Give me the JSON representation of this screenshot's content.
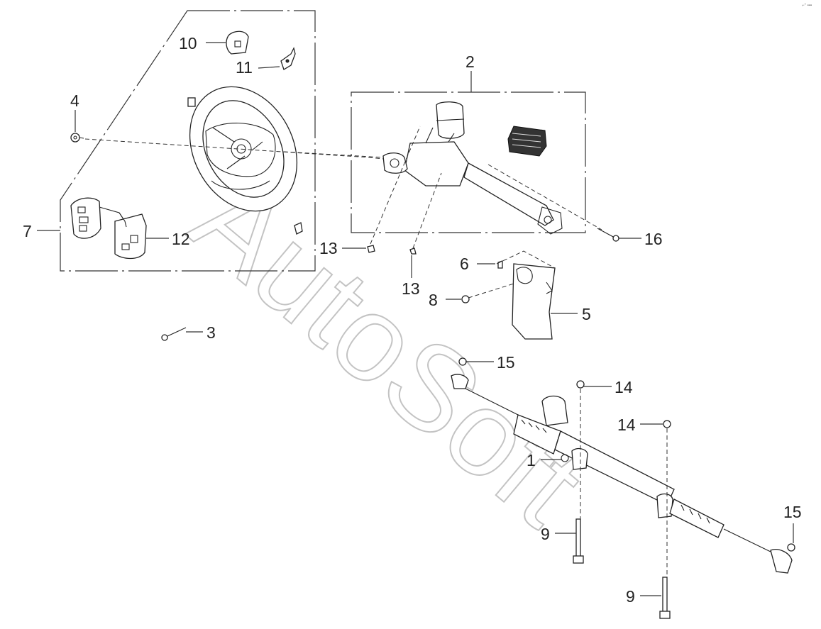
{
  "watermark": "AutoSoft",
  "corner_mark": "⌐° ▪▪▪",
  "callouts": {
    "c1": "1",
    "c2": "2",
    "c3": "3",
    "c4": "4",
    "c5": "5",
    "c6": "6",
    "c7": "7",
    "c8": "8",
    "c9a": "9",
    "c9b": "9",
    "c10": "10",
    "c11": "11",
    "c12": "12",
    "c13a": "13",
    "c13b": "13",
    "c14a": "14",
    "c14b": "14",
    "c15a": "15",
    "c15b": "15",
    "c16": "16"
  },
  "parts": [
    {
      "id": "1",
      "name": "steering-gear-rack"
    },
    {
      "id": "2",
      "name": "steering-column-assembly"
    },
    {
      "id": "3",
      "name": "bolt"
    },
    {
      "id": "4",
      "name": "washer-bolt"
    },
    {
      "id": "5",
      "name": "cover-boot"
    },
    {
      "id": "6",
      "name": "clip"
    },
    {
      "id": "7",
      "name": "steering-wheel-assembly"
    },
    {
      "id": "8",
      "name": "nut"
    },
    {
      "id": "9",
      "name": "mounting-bolt"
    },
    {
      "id": "10",
      "name": "cover"
    },
    {
      "id": "11",
      "name": "bracket"
    },
    {
      "id": "12",
      "name": "remote-control-switch"
    },
    {
      "id": "13",
      "name": "clip"
    },
    {
      "id": "14",
      "name": "nut"
    },
    {
      "id": "15",
      "name": "nut"
    },
    {
      "id": "16",
      "name": "bolt"
    }
  ]
}
